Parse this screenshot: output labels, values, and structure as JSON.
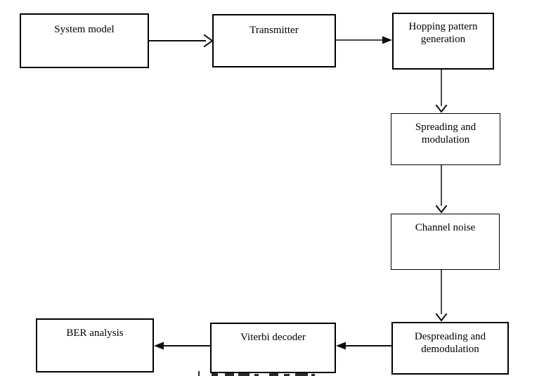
{
  "diagram": {
    "background_color": "#ffffff",
    "stroke_color": "#000000",
    "nodes": [
      {
        "id": "system-model",
        "label": "System model"
      },
      {
        "id": "transmitter",
        "label": "Transmitter"
      },
      {
        "id": "hopping-pattern-generation",
        "label": "Hopping pattern generation"
      },
      {
        "id": "spreading-and-modulation",
        "label": "Spreading and modulation"
      },
      {
        "id": "channel-noise",
        "label": "Channel noise"
      },
      {
        "id": "despreading-and-demodulation",
        "label": "Despreading and demodulation"
      },
      {
        "id": "viterbi-decoder",
        "label": "Viterbi decoder"
      },
      {
        "id": "ber-analysis",
        "label": "BER analysis"
      }
    ],
    "edges": [
      {
        "from": "system-model",
        "to": "transmitter",
        "direction": "right",
        "head": "open-chevron"
      },
      {
        "from": "transmitter",
        "to": "hopping-pattern-generation",
        "direction": "right",
        "head": "filled-triangle"
      },
      {
        "from": "hopping-pattern-generation",
        "to": "spreading-and-modulation",
        "direction": "down",
        "head": "open-chevron"
      },
      {
        "from": "spreading-and-modulation",
        "to": "channel-noise",
        "direction": "down",
        "head": "open-chevron"
      },
      {
        "from": "channel-noise",
        "to": "despreading-and-demodulation",
        "direction": "down",
        "head": "open-chevron"
      },
      {
        "from": "despreading-and-demodulation",
        "to": "viterbi-decoder",
        "direction": "left",
        "head": "filled-triangle"
      },
      {
        "from": "viterbi-decoder",
        "to": "ber-analysis",
        "direction": "left",
        "head": "filled-triangle"
      }
    ],
    "caption_fragment_visible": true
  }
}
